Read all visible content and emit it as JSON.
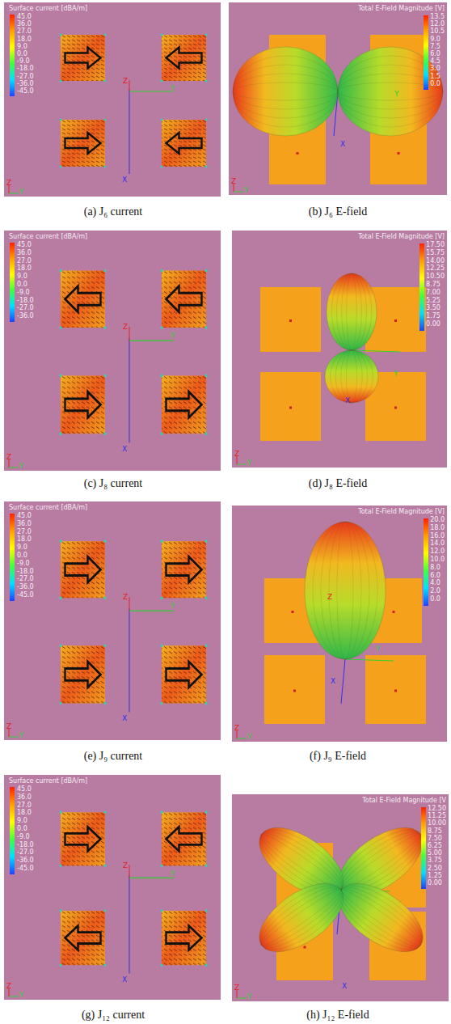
{
  "diagram": {
    "nodes": [
      {
        "text": [
          "Surface current [dBA/m]",
          "45.0",
          "36.0",
          "27.0",
          "18.0",
          "9.0",
          "0.0",
          "-9.0",
          "-18.0",
          "-27.0",
          "-36.0",
          "-45.0"
        ]
      },
      {
        "text": [
          "Total E-Field Magnitude [V]",
          "13.5",
          "12.0",
          "10.5",
          "9.0",
          "7.5",
          "6.0",
          "4.5",
          "3.0",
          "1.5",
          "0.0"
        ]
      },
      {
        "text": [
          "Surface current [dBA/m]",
          "45.0",
          "36.0",
          "27.0",
          "18.0",
          "9.0",
          "0.0",
          "-9.0",
          "-18.0",
          "-27.0",
          "-36.0"
        ]
      },
      {
        "text": [
          "Total E-Field Magnitude [V]",
          "17.50",
          "15.75",
          "14.00",
          "12.25",
          "10.50",
          "8.75",
          "7.00",
          "5.25",
          "3.50",
          "1.75",
          "0.00"
        ]
      },
      {
        "text": [
          "Surface current [dBA/m]",
          "45.0",
          "36.0",
          "27.0",
          "18.0",
          "9.0",
          "0.0",
          "-9.0",
          "-18.0",
          "-27.0",
          "-36.0",
          "-45.0"
        ]
      },
      {
        "text": [
          "Total E-Field Magnitude [V]",
          "20.0",
          "18.0",
          "16.0",
          "14.0",
          "12.0",
          "10.0",
          "8.0",
          "6.0",
          "4.0",
          "2.0",
          "0.0"
        ]
      },
      {
        "text": [
          "Surface current [dBA/m]",
          "45.0",
          "36.0",
          "27.0",
          "18.0",
          "9.0",
          "0.0",
          "-9.0",
          "-18.0",
          "-27.0",
          "-36.0",
          "-45.0"
        ]
      },
      {
        "text": [
          "Total E-Field Magnitude [V",
          "12.50",
          "11.25",
          "10.00",
          "8.75",
          "7.50",
          "6.25",
          "5.00",
          "3.75",
          "2.50",
          "1.25",
          "0.00"
        ]
      }
    ],
    "labels": [
      "(a) J₆ current",
      "(b) J₆ E-field",
      "(c) J₈ current",
      "(d) J₈ E-field",
      "(e) J₉ current",
      "(f) J₉ E-field",
      "(g) J₁₂ current",
      "(h) J₁₂ E-field",
      "Z",
      "Y",
      "X",
      "Z",
      "Y",
      "Y",
      "X",
      "Z",
      "Y",
      "Z",
      "Y",
      "X",
      "Z",
      "Y",
      "Y",
      "X",
      "Z",
      "Y",
      "Z",
      "Y",
      "X",
      "Z",
      "Y",
      "Z",
      "Y",
      "X",
      "Z",
      "Y",
      "Z",
      "Y",
      "X",
      "Z",
      "Y",
      "X",
      "Z",
      "Y"
    ]
  }
}
